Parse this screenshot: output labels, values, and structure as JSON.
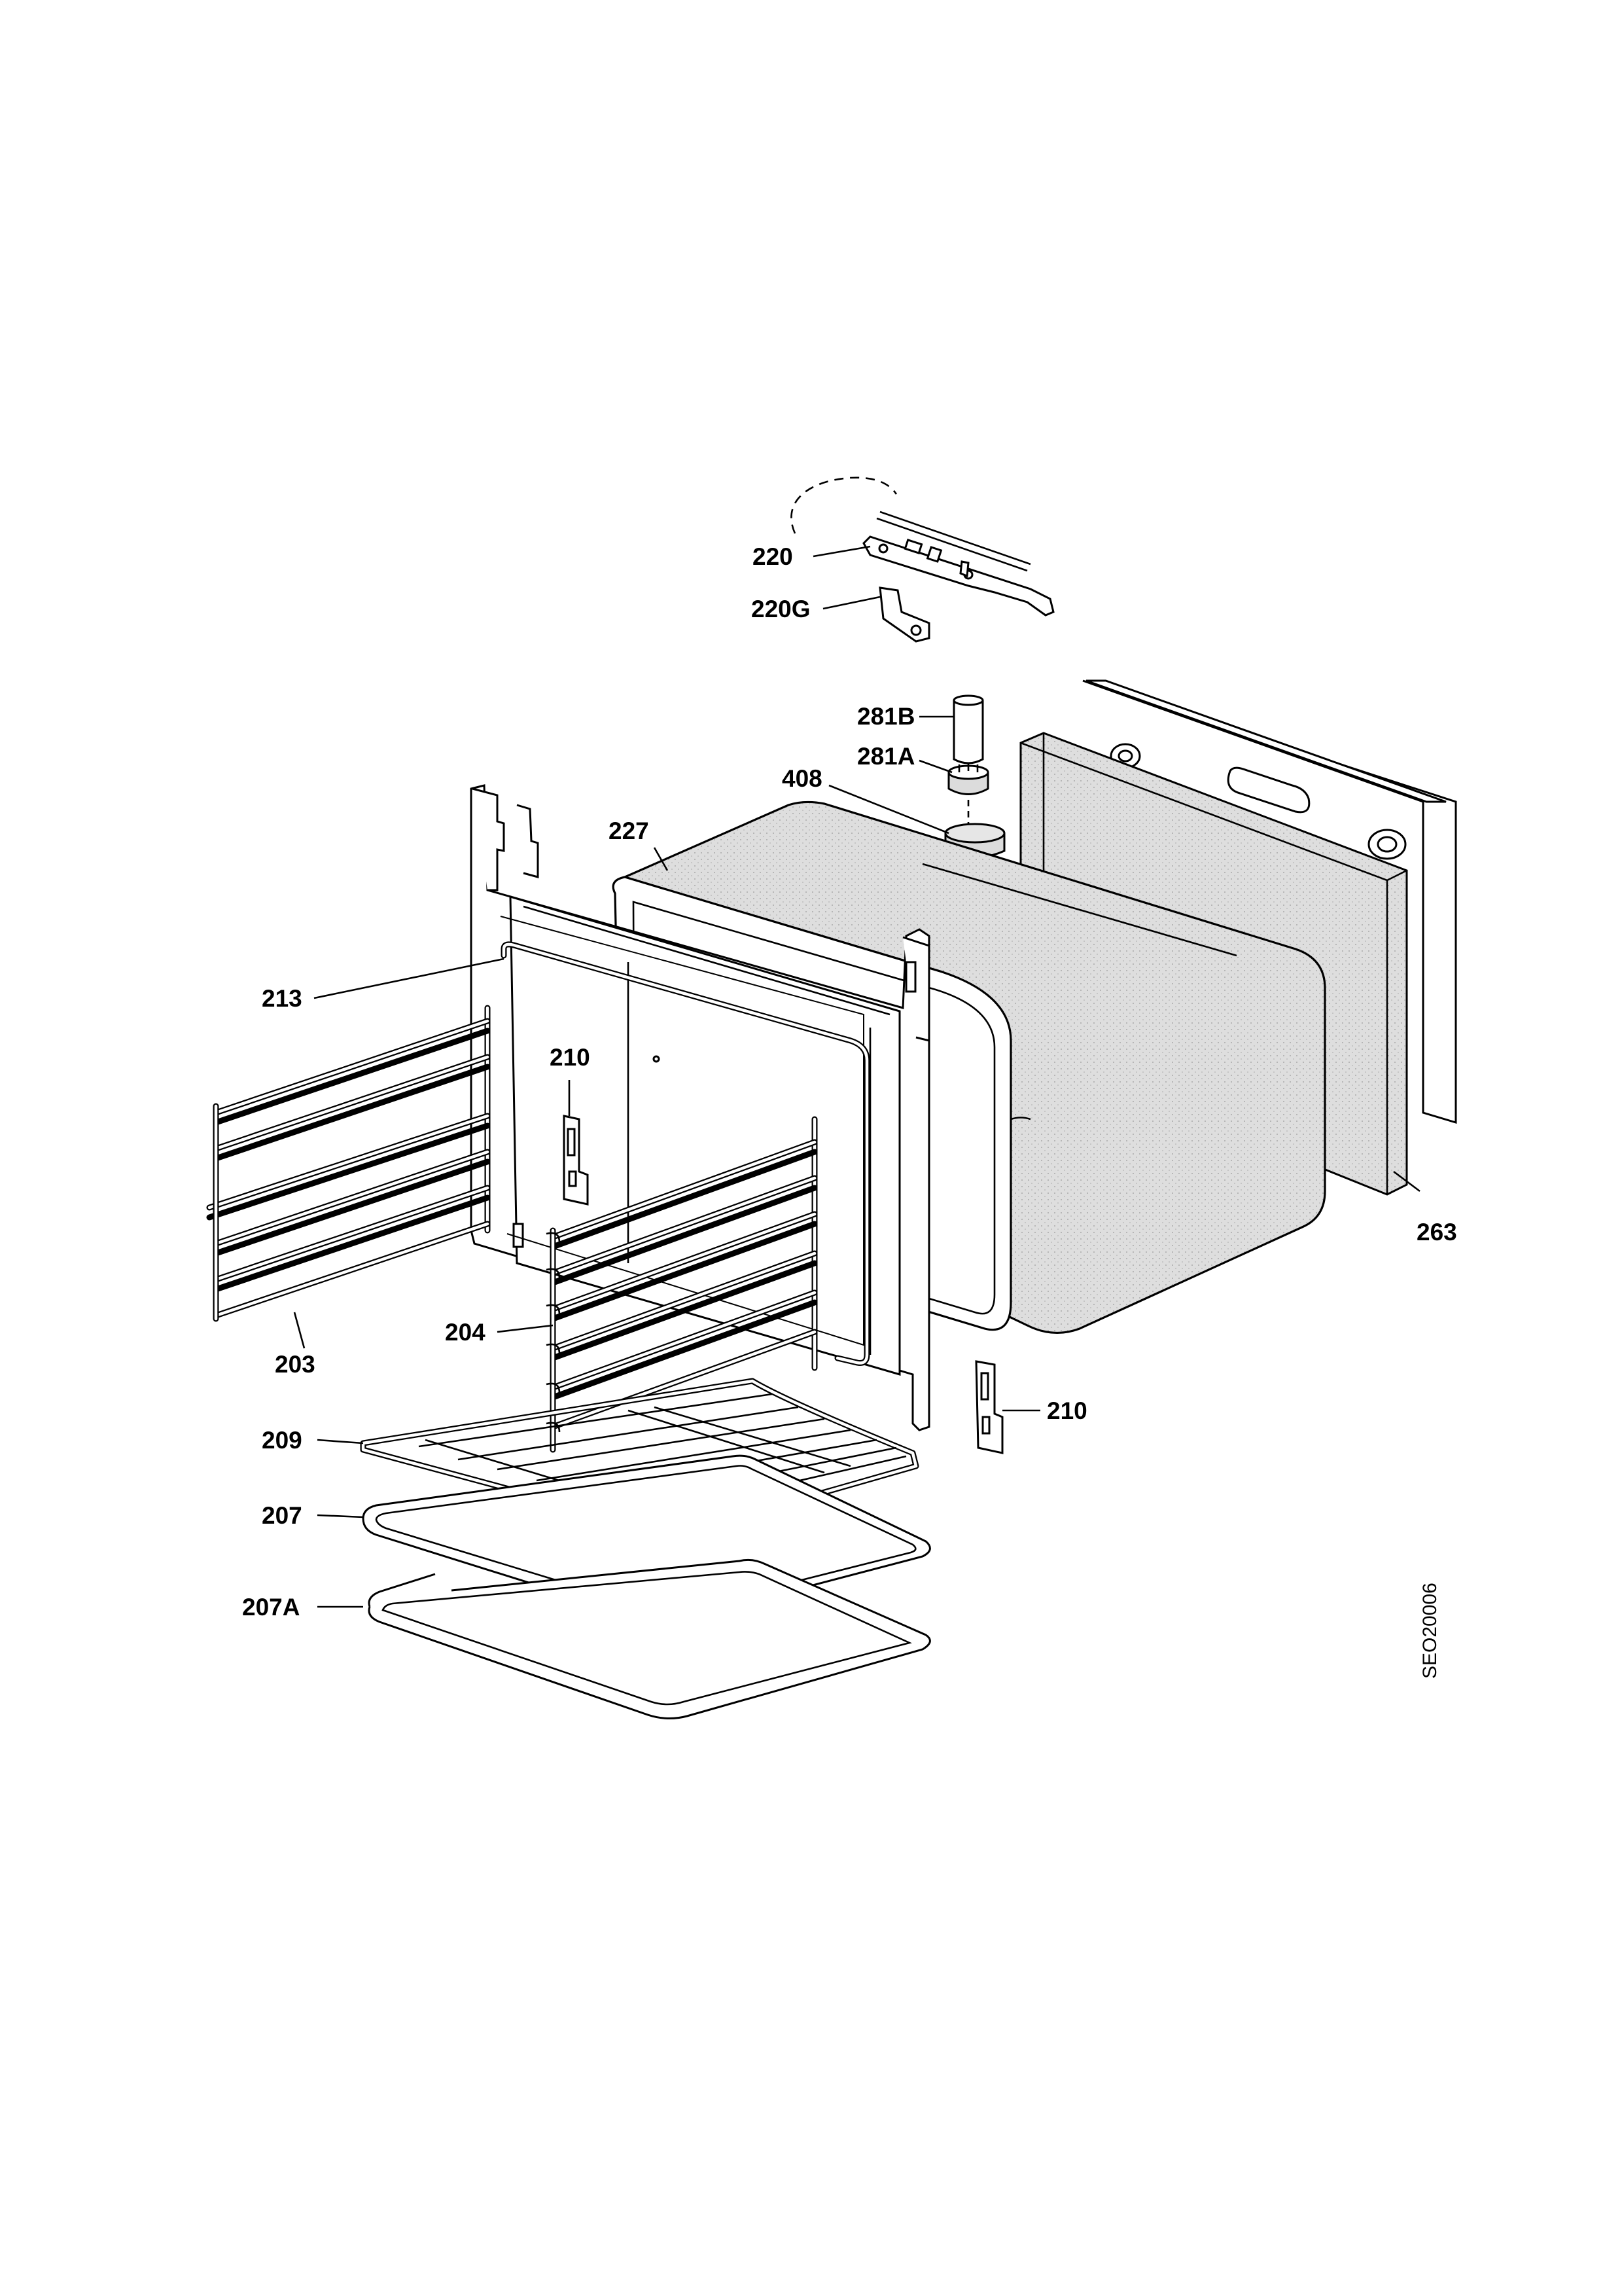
{
  "diagram": {
    "labels": {
      "l220": "220",
      "l220g": "220G",
      "l281b": "281B",
      "l281a": "281A",
      "l408": "408",
      "l227": "227",
      "l213": "213",
      "l210a": "210",
      "l210b": "210",
      "l263": "263",
      "l203": "203",
      "l204": "204",
      "l209": "209",
      "l207": "207",
      "l207a": "207A"
    },
    "drawing_code": "SEO20006"
  }
}
